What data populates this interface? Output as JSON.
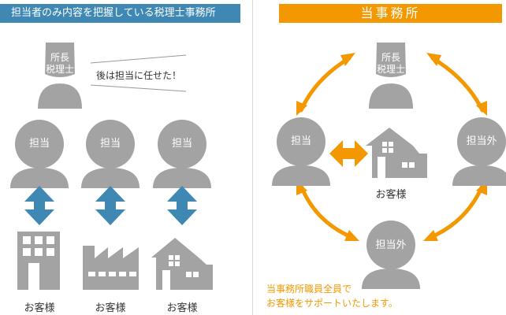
{
  "left_banner": "担当者のみ内容を把握している税理士事務所",
  "right_banner": "当事務所",
  "boss_label_line1": "所長",
  "boss_label_line2": "税理士",
  "speech": "後は担当に任せた！",
  "staff_labels": [
    "担当",
    "担当",
    "担当"
  ],
  "client_labels": [
    "お客様",
    "お客様",
    "お客様"
  ],
  "right_boss_line1": "所長",
  "right_boss_line2": "税理士",
  "right_left_label": "担当",
  "right_right_label": "担当外",
  "right_bottom_label": "担当外",
  "right_client_label": "お客様",
  "note_line1": "当事務所職員全員で",
  "note_line2": "お客様をサポートいたします。",
  "colors": {
    "blue": "#3e88b3",
    "orange": "#f39800",
    "gray": "#a3a3a3"
  }
}
